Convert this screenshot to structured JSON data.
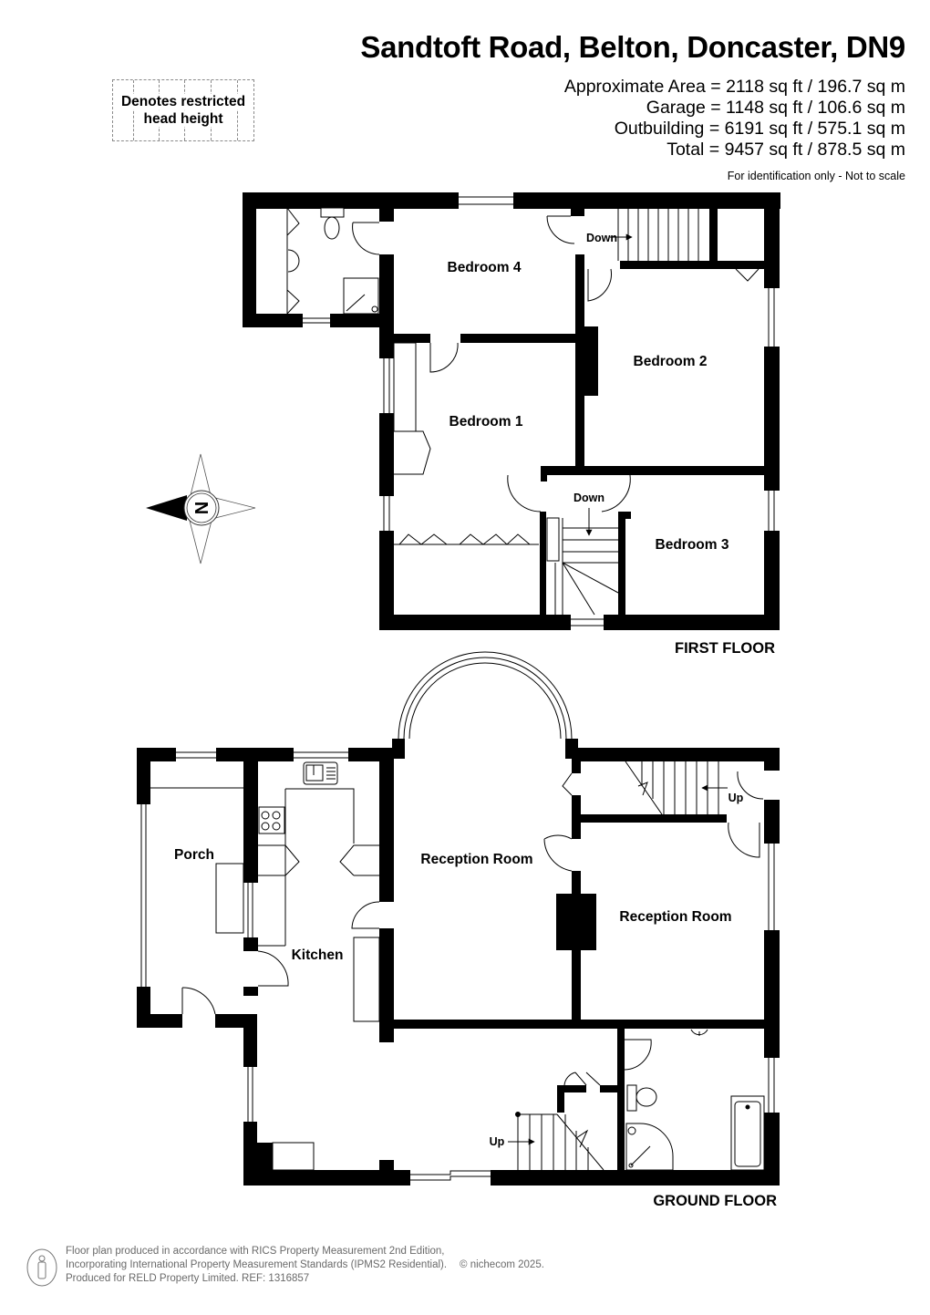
{
  "header": {
    "title": "Sandtoft Road, Belton, Doncaster, DN9",
    "areas": [
      "Approximate Area = 2118 sq ft / 196.7 sq m",
      "Garage = 1148 sq ft / 106.6 sq m",
      "Outbuilding = 6191 sq ft / 575.1 sq m",
      "Total = 9457 sq ft / 878.5 sq m"
    ],
    "disclaimer": "For identification only - Not to scale"
  },
  "legend": {
    "line1": "Denotes restricted",
    "line2": "head height"
  },
  "compass": {
    "letter": "N",
    "icon": "compass-rose-icon"
  },
  "first_floor": {
    "label": "FIRST FLOOR",
    "rooms": {
      "bedroom4": "Bedroom 4",
      "bedroom2": "Bedroom 2",
      "bedroom1": "Bedroom 1",
      "bedroom3": "Bedroom 3"
    },
    "stairs": {
      "top": "Down",
      "middle": "Down"
    }
  },
  "ground_floor": {
    "label": "GROUND FLOOR",
    "rooms": {
      "porch": "Porch",
      "kitchen": "Kitchen",
      "reception1": "Reception Room",
      "reception2": "Reception Room"
    },
    "stairs": {
      "rear": "Up",
      "hall": "Up"
    }
  },
  "footer": {
    "line1": "Floor plan produced in accordance with RICS Property Measurement 2nd Edition,",
    "line2": "Incorporating International Property Measurement Standards (IPMS2 Residential).",
    "copyright": "© nichecom 2025.",
    "line3": "Produced for RELD Property Limited.   REF: 1316857",
    "icon": "person-icon"
  },
  "colors": {
    "wall": "#000000",
    "background": "#ffffff",
    "footer_text": "#6a6a6a",
    "legend_border": "#8a8a8a"
  }
}
